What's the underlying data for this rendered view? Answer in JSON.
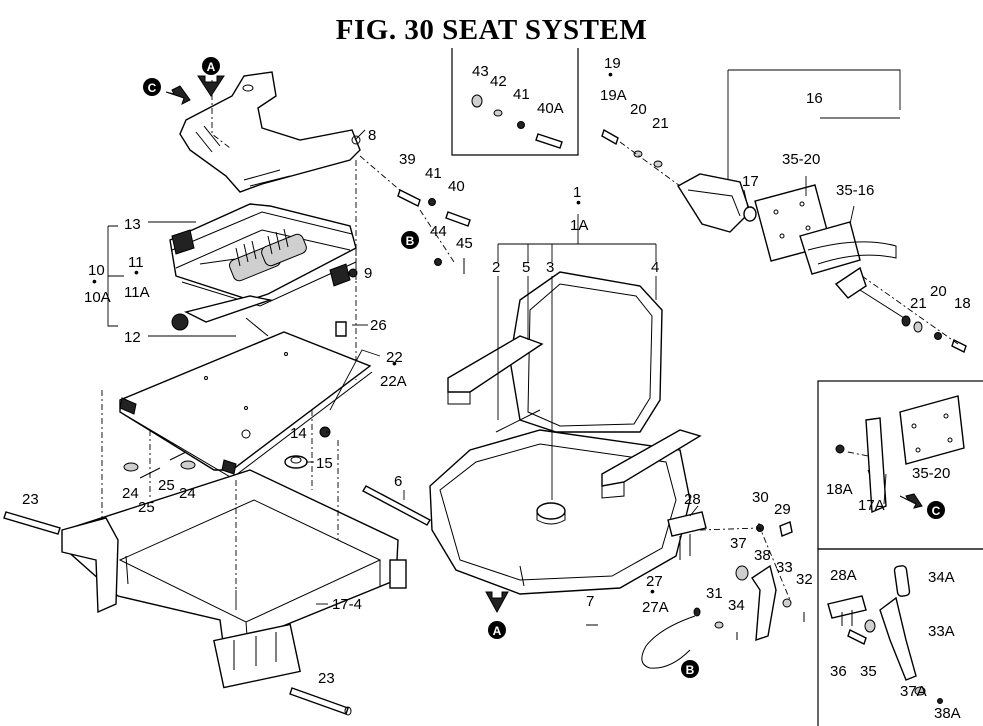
{
  "title": "FIG. 30  SEAT SYSTEM",
  "callouts": {
    "c1": "1",
    "c1a": "1A",
    "c2": "2",
    "c3": "3",
    "c4": "4",
    "c5": "5",
    "c6": "6",
    "c7": "7",
    "c8": "8",
    "c9": "9",
    "c10": "10",
    "c10a": "10A",
    "c11": "11",
    "c11a": "11A",
    "c12": "12",
    "c13": "13",
    "c14": "14",
    "c15": "15",
    "c16": "16",
    "c17": "17",
    "c17_4": "17-4",
    "c17a": "17A",
    "c18": "18",
    "c18a": "18A",
    "c19": "19",
    "c19a": "19A",
    "c20a": "20",
    "c20b": "20",
    "c21a": "21",
    "c21b": "21",
    "c22": "22",
    "c22a": "22A",
    "c23a": "23",
    "c23b": "23",
    "c24a": "24",
    "c24b": "24",
    "c25a": "25",
    "c25b": "25",
    "c26": "26",
    "c27": "27",
    "c27a": "27A",
    "c28": "28",
    "c28a": "28A",
    "c29": "29",
    "c30": "30",
    "c31": "31",
    "c32": "32",
    "c33": "33",
    "c33a": "33A",
    "c34": "34",
    "c34a": "34A",
    "c35": "35",
    "c35_16": "35-16",
    "c35_20a": "35-20",
    "c35_20b": "35-20",
    "c36": "36",
    "c37": "37",
    "c37a": "37A",
    "c38": "38",
    "c38a": "38A",
    "c39": "39",
    "c40": "40",
    "c40a": "40A",
    "c41a": "41",
    "c41b": "41",
    "c42": "42",
    "c43": "43",
    "c44": "44",
    "c45": "45"
  },
  "markers": {
    "a": "A",
    "b": "B",
    "c": "C"
  }
}
